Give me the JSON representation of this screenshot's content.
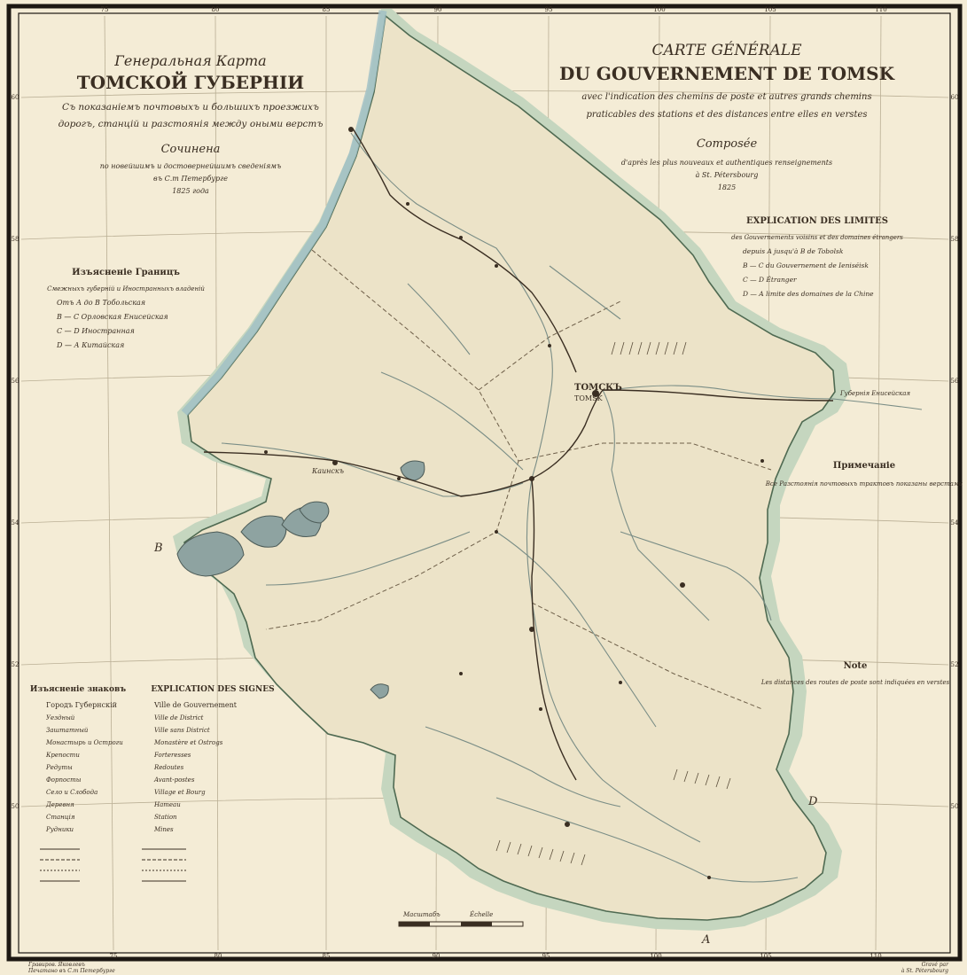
{
  "colors": {
    "paper": "#f4ecd6",
    "land": "#ebe2c8",
    "border_wash": "#bfd2be",
    "coast_wash": "#a9c6c9",
    "lake": "#8ea3a1",
    "ink": "#3a2e22",
    "frame": "#1c1712"
  },
  "title_ru": {
    "line1": "Генеральная Карта",
    "line2": "ТОМСКОЙ ГУБЕРНІИ",
    "line3": "Съ показаніемъ почтовыхъ и большихъ проезжихъ",
    "line4": "дорогъ, станцій и разстоянія между оными верстъ",
    "composed": "Сочинена",
    "composed_note": "по новейшимъ и достовернейшимъ сведеніямъ",
    "author": "въ С.т Петербурге",
    "year": "1825 года"
  },
  "title_fr": {
    "line1": "CARTE GÉNÉRALE",
    "line2": "DU GOUVERNEMENT DE TOMSK",
    "line3": "avec l'indication des chemins de poste et autres grands chemins",
    "line4": "praticables des stations et des distances entre elles en verstes",
    "composed": "Composée",
    "composed_note": "d'après les plus nouveaux et authentiques renseignements",
    "author": "à St. Pétersbourg",
    "year": "1825"
  },
  "legend_limits_ru": {
    "heading": "Изъясненіе Границъ",
    "subheading": "Смежныхъ губерній и Иностранныхъ владеній",
    "rows": [
      "Отъ А до В Тобольская",
      "В — С Орловская Енисейская",
      "С — D Иностранная",
      "D — А Китайская"
    ]
  },
  "legend_limits_fr": {
    "heading": "EXPLICATION DES LIMITES",
    "subheading": "des Gouvernements voisins et des domaines étrangers",
    "rows": [
      "depuis A jusqu'à B de Tobolsk",
      "B — C du Gouvernement de Ieniséisk",
      "C — D Étranger",
      "D — A limite des domaines de la Chine"
    ]
  },
  "legend_signs_ru": {
    "heading": "Изъясненіе знаковъ",
    "rows": [
      "Городъ Губернскій",
      "Уездный",
      "Заштатный",
      "Монастырь и Остроги",
      "Крепости",
      "Редуты",
      "Форпосты",
      "Село и Слобода",
      "Деревня",
      "Станція",
      "Рудники"
    ]
  },
  "legend_signs_fr": {
    "heading": "EXPLICATION DES SIGNES",
    "rows": [
      "Ville de Gouvernement",
      "Ville de District",
      "Ville sans District",
      "Monastère et Ostrogs",
      "Forteresses",
      "Redoutes",
      "Avant-postes",
      "Village et Bourg",
      "Hameau",
      "Station",
      "Mines"
    ]
  },
  "note_ru": {
    "heading": "Примечаніе",
    "text": "Все Разстоянія почтовыхъ трактовъ показаны верстами"
  },
  "note_fr": {
    "heading": "Note",
    "text": "Les distances des routes de poste sont indiquées en verstes"
  },
  "map_labels": {
    "tomsk": "ТОМСКЪ",
    "tomsk_fr": "TOMSK",
    "kainsk": "Каинскъ",
    "letter_a": "A",
    "letter_b": "B",
    "letter_d": "D",
    "scale_ru": "Масштабъ",
    "scale_fr": "Échelle",
    "ext_east": "Губернія Енисейская"
  },
  "footer": {
    "left1": "Гравиров. Яковлевъ",
    "left2": "Печатано въ С.т Петербурге",
    "right1": "Gravé par",
    "right2": "à St. Pétersbourg"
  },
  "graticule": {
    "top": [
      "75",
      "80",
      "85",
      "90",
      "95",
      "100",
      "105",
      "110"
    ],
    "bottom": [
      "75",
      "80",
      "85",
      "90",
      "95",
      "100",
      "105",
      "110"
    ],
    "left": [
      "60",
      "58",
      "56",
      "54",
      "52",
      "50"
    ],
    "right": [
      "60",
      "58",
      "56",
      "54",
      "52",
      "50"
    ]
  }
}
